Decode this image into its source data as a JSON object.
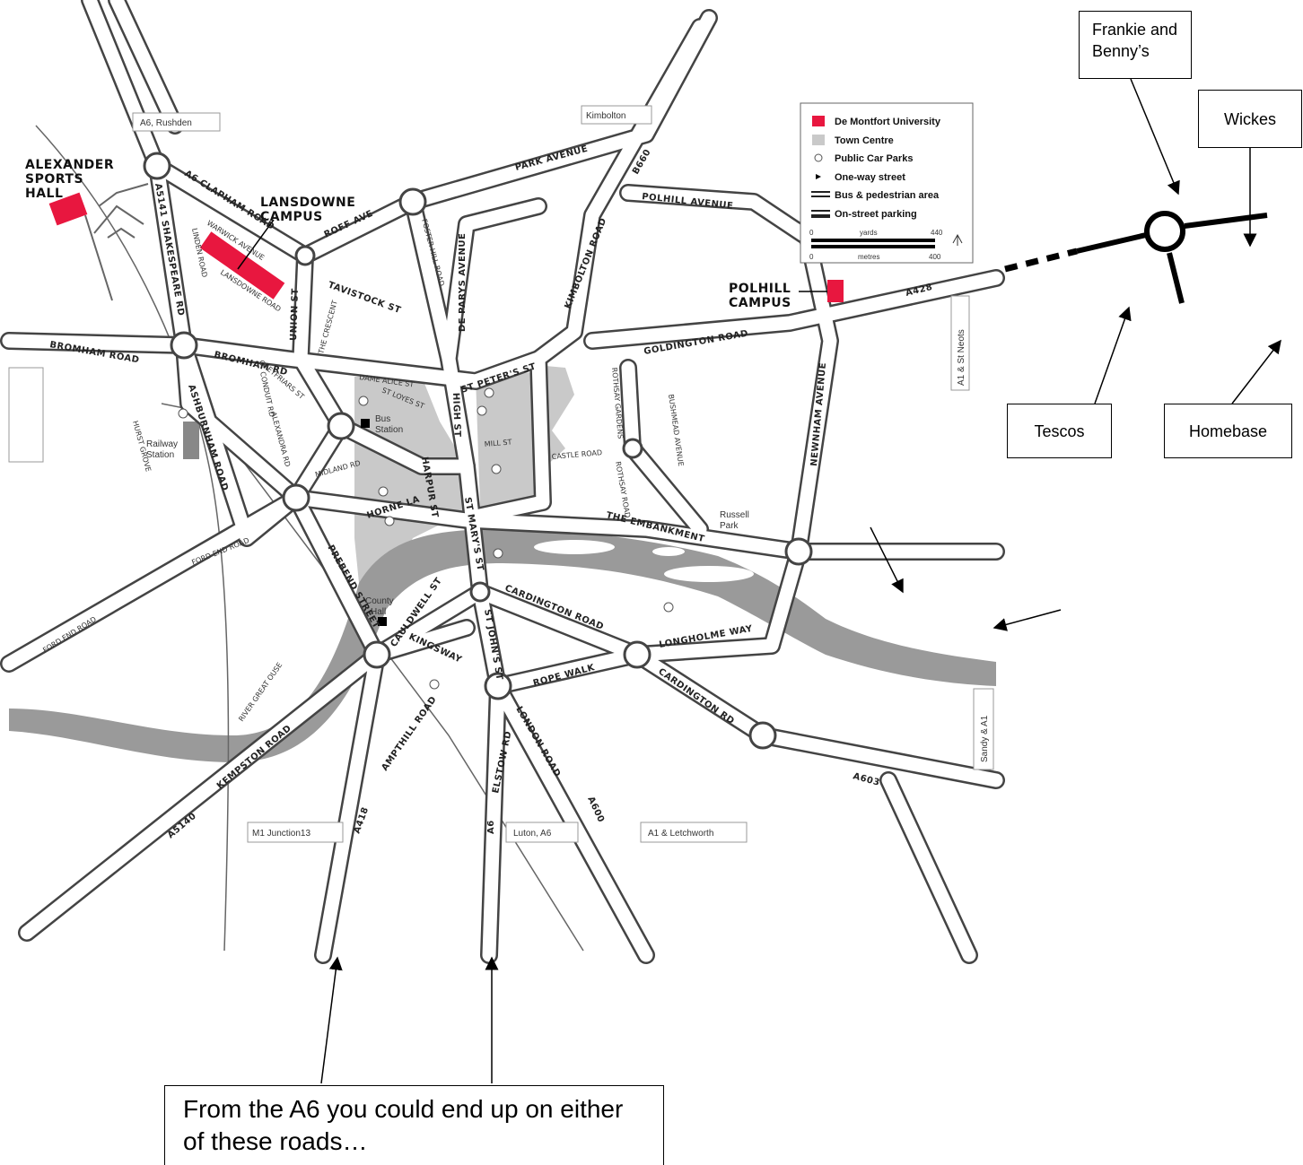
{
  "map": {
    "legend": {
      "items": [
        "De Montfort University",
        "Town Centre",
        "Public Car Parks",
        "One-way street",
        "Bus & pedestrian area",
        "On-street parking"
      ],
      "scale_yards_label": "yards",
      "scale_metres_label": "metres",
      "scale_zero": "0",
      "scale_yards_max": "440",
      "scale_metres_max": "400",
      "colors": {
        "dmu": "#e8173f",
        "town_centre": "#c9c9c9",
        "river": "#9a9a9a"
      }
    },
    "campuses": {
      "alexander": [
        "ALEXANDER",
        "SPORTS",
        "HALL"
      ],
      "lansdowne": [
        "LANSDOWNE",
        "CAMPUS"
      ],
      "polhill": [
        "POLHILL",
        "CAMPUS"
      ]
    },
    "roads": {
      "park_avenue": "PARK AVENUE",
      "polhill_avenue": "POLHILL AVENUE",
      "kimbolton_road": "KIMBOLTON ROAD",
      "b660": "B660",
      "roff_ave": "ROFF AVE",
      "foster_hill_road": "FOSTER HILL ROAD",
      "de_parys_avenue": "DE PARYS AVENUE",
      "clapham_road": "A6  CLAPHAM ROAD",
      "a5141_shakespeare": "A5141 SHAKESPEARE RD",
      "tavistock_st": "TAVISTOCK ST",
      "union_st": "UNION ST",
      "the_crescent": "THE CRESCENT",
      "bromham_road": "BROMHAM ROAD",
      "bromham_rd": "BROMHAM RD",
      "dame_alice_st": "DAME ALICE ST",
      "st_loyes_st": "ST LOYES ST",
      "st_peters_st": "ST PETER'S ST",
      "goldington_road": "GOLDINGTON ROAD",
      "a428": "A428",
      "greyfriars_st": "GREYFRIARS ST",
      "conduit_rd": "CONDUIT RD",
      "alexandra_rd": "ALEXANDRA RD",
      "ashburnham_road": "ASHBURNHAM ROAD",
      "hurst_grove": "HURST GROVE",
      "high_st": "HIGH ST",
      "mill_st": "MILL ST",
      "castle_road": "CASTLE ROAD",
      "rothsay_gardens": "ROTHSAY GARDENS",
      "rothsay_road": "ROTHSAY ROAD",
      "bushmead_avenue": "BUSHMEAD AVENUE",
      "newnham_avenue": "NEWNHAM AVENUE",
      "midland_rd": "MIDLAND RD",
      "horne_la": "HORNE LA",
      "harpur_st": "HARPUR ST",
      "the_embankment": "THE EMBANKMENT",
      "ford_end_road": "FORD END ROAD",
      "prebend_street": "PREBEND STREET",
      "st_marys_st": "ST MARY'S ST",
      "cardington_road": "CARDINGTON ROAD",
      "longholme_way": "LONGHOLME WAY",
      "cauldwell_st": "CAULDWELL ST",
      "kingsway": "KINGSWAY",
      "st_johns_st": "ST JOHN'S ST",
      "rope_walk": "ROPE WALK",
      "cardington_rd": "CARDINGTON RD",
      "a603": "A603",
      "kempston_road": "KEMPSTON ROAD",
      "a5140": "A5140",
      "ampthill_road": "AMPTHILL ROAD",
      "a418": "A418",
      "london_road": "LONDON ROAD",
      "a600": "A600",
      "elstow_rd": "ELSTOW RD",
      "a6": "A6",
      "river_great_ouse": "RIVER GREAT OUSE",
      "warwick_avenue": "WARWICK AVENUE",
      "linden_road": "LINDEN ROAD",
      "lansdowne_road": "LANSDOWNE ROAD"
    },
    "places": {
      "bus_station": [
        "Bus",
        "Station"
      ],
      "railway_station": [
        "Railway",
        "Station"
      ],
      "county_hall": [
        "County",
        "Hall"
      ],
      "russell_park": [
        "Russell",
        "Park"
      ]
    },
    "signs": {
      "a6_rushden": "A6, Rushden",
      "kimbolton": "Kimbolton",
      "a1_st_neots": "A1 & St Neots",
      "sandy_a1": "Sandy & A1",
      "m1_junction13": "M1 Junction13",
      "luton_a6": "Luton, A6",
      "a1_letchworth": "A1 & Letchworth"
    }
  },
  "callouts": {
    "frankie": "Frankie and Benny’s",
    "wickes": "Wickes",
    "tescos": "Tescos",
    "homebase": "Homebase",
    "a6_note": "From the A6 you could end up on either of these roads…"
  }
}
